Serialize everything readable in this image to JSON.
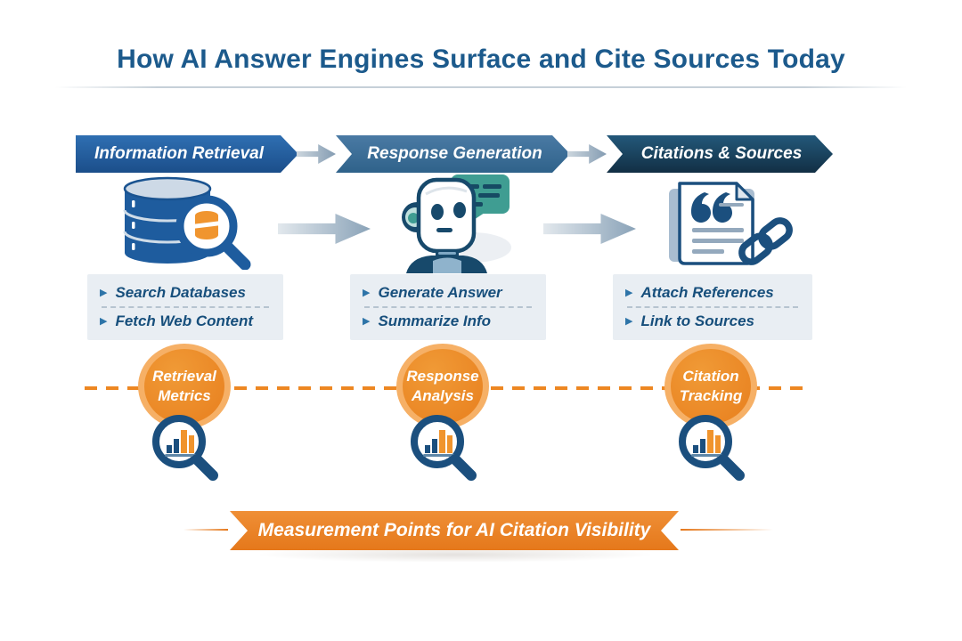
{
  "title": "How AI Answer Engines Surface and Cite Sources Today",
  "stages": [
    {
      "banner": "Information Retrieval",
      "icon": "database-search-icon",
      "items": [
        "Search Databases",
        "Fetch Web Content"
      ],
      "metric_line1": "Retrieval",
      "metric_line2": "Metrics",
      "metric_icon": "magnifier-bar-chart-icon"
    },
    {
      "banner": "Response Generation",
      "icon": "robot-chat-icon",
      "items": [
        "Generate Answer",
        "Summarize Info"
      ],
      "metric_line1": "Response",
      "metric_line2": "Analysis",
      "metric_icon": "magnifier-bar-chart-icon"
    },
    {
      "banner": "Citations & Sources",
      "icon": "document-quote-link-icon",
      "items": [
        "Attach References",
        "Link to Sources"
      ],
      "metric_line1": "Citation",
      "metric_line2": "Tracking",
      "metric_icon": "magnifier-bar-chart-icon"
    }
  ],
  "measurement_banner": "Measurement Points for AI Citation Visibility",
  "colors": {
    "title_blue": "#1c5a8c",
    "primary_blue": "#1e5c9e",
    "steel_blue": "#4a7aa4",
    "dark_navy": "#1d4a66",
    "accent_orange": "#ed8722",
    "halo_orange": "#f6b066",
    "teal": "#3f9d92",
    "listbox_bg": "#e9eef3"
  }
}
